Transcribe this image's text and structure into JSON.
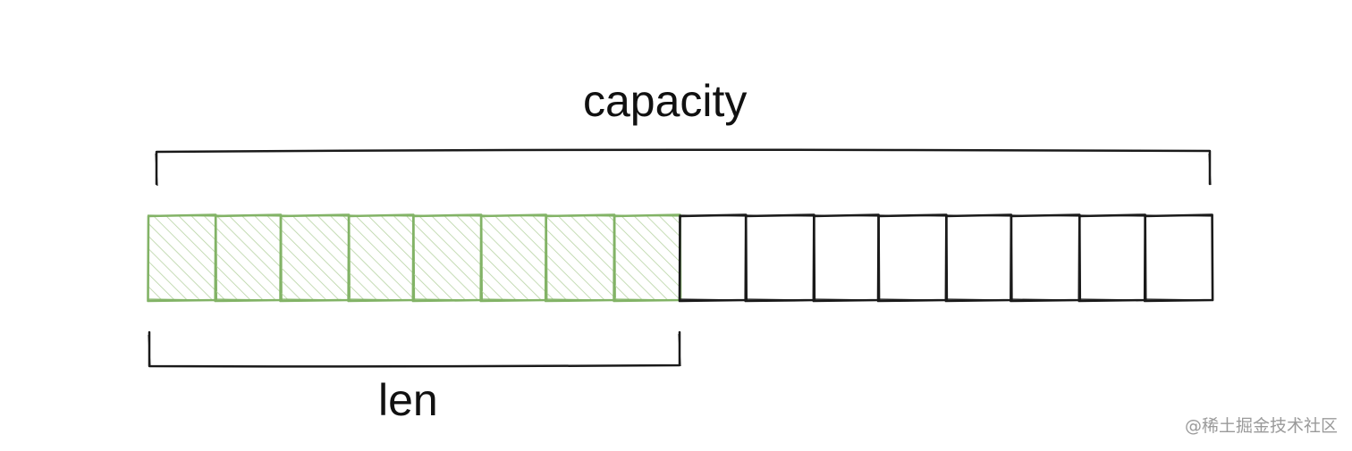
{
  "diagram": {
    "top_label": "capacity",
    "bottom_label": "len",
    "total_cells": 16,
    "filled_cells": 8,
    "filled_color": "#82b366",
    "empty_color": "#1a1a1a"
  },
  "watermark": "@稀土掘金技术社区"
}
